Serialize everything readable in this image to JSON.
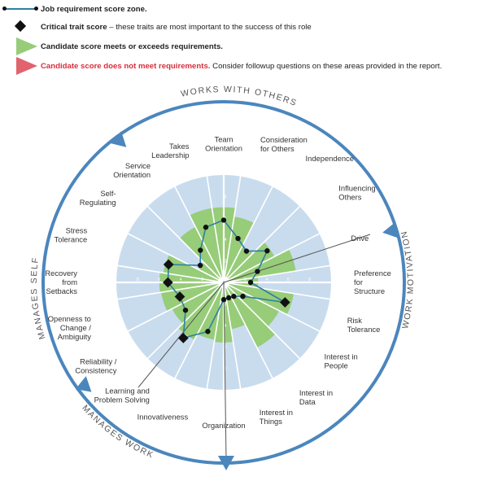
{
  "legend": {
    "zone": {
      "title": "Job requirement score zone."
    },
    "critical": {
      "title": "Critical trait score",
      "desc": " – these traits are most important to the success of this role"
    },
    "meets": {
      "title": "Candidate score meets or exceeds requirements."
    },
    "not_meet": {
      "title": "Candidate score does not meet requirements.",
      "desc": " Consider followup questions on these areas provided in the report."
    }
  },
  "colors": {
    "ring": "#4b86bd",
    "zone_fill": "#c9dcee",
    "score_fill": "#97cc79",
    "line": "#2f7fa1",
    "marker": "#111111",
    "fail": "#e0636e"
  },
  "chart_data": {
    "type": "radar",
    "scale": [
      0,
      10
    ],
    "tick_labels": [
      "0",
      "2",
      "4",
      "6",
      "8",
      "10"
    ],
    "groups": [
      {
        "name": "WORKS WITH OTHERS"
      },
      {
        "name": "WORK MOTIVATION"
      },
      {
        "name": "MANAGES WORK"
      },
      {
        "name": "MANAGES SELF"
      }
    ],
    "traits": [
      {
        "label": [
          "Team",
          "Orientation"
        ],
        "zone": [
          0,
          10
        ],
        "score": 7.0,
        "line": 5.8,
        "critical": false
      },
      {
        "label": [
          "Consideration",
          "for Others"
        ],
        "zone": [
          0,
          10
        ],
        "score": 6.2,
        "line": 4.3,
        "critical": false
      },
      {
        "label": [
          "Independence"
        ],
        "zone": [
          0,
          10
        ],
        "score": 3.8,
        "line": 3.6,
        "critical": false
      },
      {
        "label": [
          "Influencing",
          "Others"
        ],
        "zone": [
          0,
          10
        ],
        "score": 5.3,
        "line": 5.0,
        "critical": false
      },
      {
        "label": [
          "Drive"
        ],
        "zone": [
          0,
          10
        ],
        "score": 6.8,
        "line": 3.3,
        "critical": false
      },
      {
        "label": [
          "Preference",
          "for",
          "Structure"
        ],
        "zone": [
          0,
          10
        ],
        "score": 3.2,
        "line": 2.5,
        "critical": false
      },
      {
        "label": [
          "Risk",
          "Tolerance"
        ],
        "zone": [
          0,
          10
        ],
        "score": 6.6,
        "line": 6.0,
        "critical": true
      },
      {
        "label": [
          "Interest in",
          "People"
        ],
        "zone": [
          0,
          10
        ],
        "score": 5.8,
        "line": 2.2,
        "critical": false
      },
      {
        "label": [
          "Interest in",
          "Data"
        ],
        "zone": [
          0,
          10
        ],
        "score": 6.8,
        "line": 1.6,
        "critical": false
      },
      {
        "label": [
          "Interest in",
          "Things"
        ],
        "zone": [
          0,
          10
        ],
        "score": 4.4,
        "line": 1.5,
        "critical": false
      },
      {
        "label": [
          "Organization"
        ],
        "zone": [
          0,
          10
        ],
        "score": 5.6,
        "line": 1.6,
        "critical": false
      },
      {
        "label": [
          "Innovativeness"
        ],
        "zone": [
          0,
          10
        ],
        "score": 5.4,
        "line": 4.8,
        "critical": false
      },
      {
        "label": [
          "Learning and",
          "Problem Solving"
        ],
        "zone": [
          0,
          10
        ],
        "score": 6.0,
        "line": 6.4,
        "critical": true
      },
      {
        "label": [
          "Reliability /",
          "Consistency"
        ],
        "zone": [
          0,
          10
        ],
        "score": 5.4,
        "line": 4.4,
        "critical": false
      },
      {
        "label": [
          "Openness to",
          "Change /",
          "Ambiguity"
        ],
        "zone": [
          0,
          10
        ],
        "score": 5.9,
        "line": 4.3,
        "critical": true
      },
      {
        "label": [
          "Recovery",
          "from",
          "Setbacks"
        ],
        "zone": [
          0,
          10
        ],
        "score": 6.0,
        "line": 5.2,
        "critical": true
      },
      {
        "label": [
          "Stress",
          "Tolerance"
        ],
        "zone": [
          0,
          10
        ],
        "score": 5.7,
        "line": 5.4,
        "critical": true
      },
      {
        "label": [
          "Self-",
          "Regulating"
        ],
        "zone": [
          0,
          10
        ],
        "score": 2.6,
        "line": 2.7,
        "critical": false
      },
      {
        "label": [
          "Service",
          "Orientation"
        ],
        "zone": [
          0,
          10
        ],
        "score": 5.8,
        "line": 3.7,
        "critical": false
      },
      {
        "label": [
          "Takes",
          "Leadership"
        ],
        "zone": [
          0,
          10
        ],
        "score": 7.0,
        "line": 5.4,
        "critical": false
      }
    ]
  }
}
